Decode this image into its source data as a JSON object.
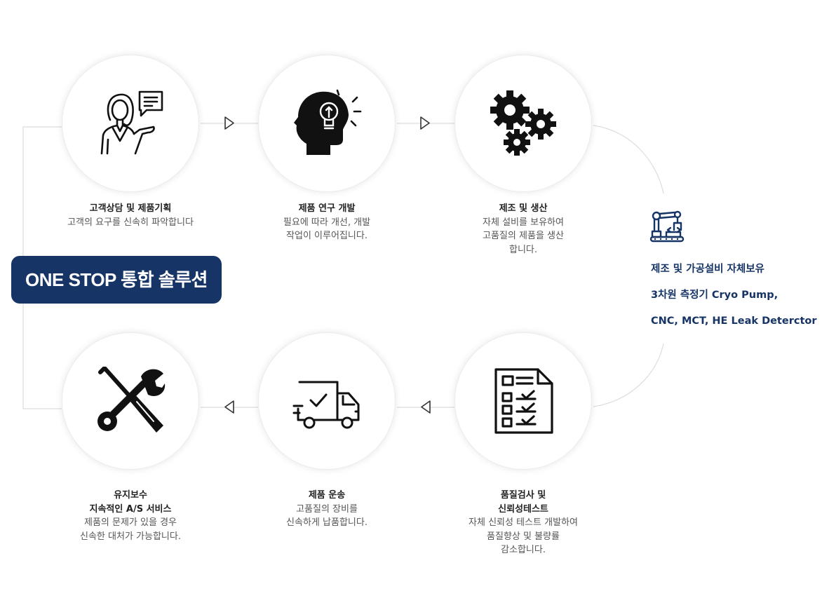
{
  "badge": {
    "label": "ONE STOP 통합 솔루션"
  },
  "colors": {
    "accent": "#163465",
    "line": "#dddddd",
    "arrow": "#333333"
  },
  "steps": [
    {
      "title": "고객상담 및 제품기획",
      "desc": "고객의 요구를 신속히 파악합니다",
      "icon": "consultant-icon"
    },
    {
      "title": "제품 연구 개발",
      "desc": "필요에 따라 개선, 개발\n작업이 이루어집니다.",
      "icon": "idea-head-icon"
    },
    {
      "title": "제조 및 생산",
      "desc": "자체 설비를 보유하여\n고품질의 제품을 생산\n합니다.",
      "icon": "gears-icon"
    },
    {
      "title": "품질검사 및\n신뢰성테스트",
      "desc": "자체 신뢰성 테스트 개발하여\n품질향상 및 불량률\n감소합니다.",
      "icon": "checklist-icon"
    },
    {
      "title": "제품 운송",
      "desc": "고품질의 장비를\n신속하게 납품합니다.",
      "icon": "delivery-truck-icon"
    },
    {
      "title": "유지보수\n지속적인 A/S 서비스",
      "desc": "제품의 문제가 있을 경우\n신속한 대처가 가능합니다.",
      "icon": "tools-icon"
    }
  ],
  "side": {
    "icon": "robot-arm-icon",
    "lines": [
      "제조 및 가공설비 자체보유",
      "3차원 측정기 Cryo Pump,",
      "CNC, MCT, HE Leak Deterctor"
    ]
  }
}
